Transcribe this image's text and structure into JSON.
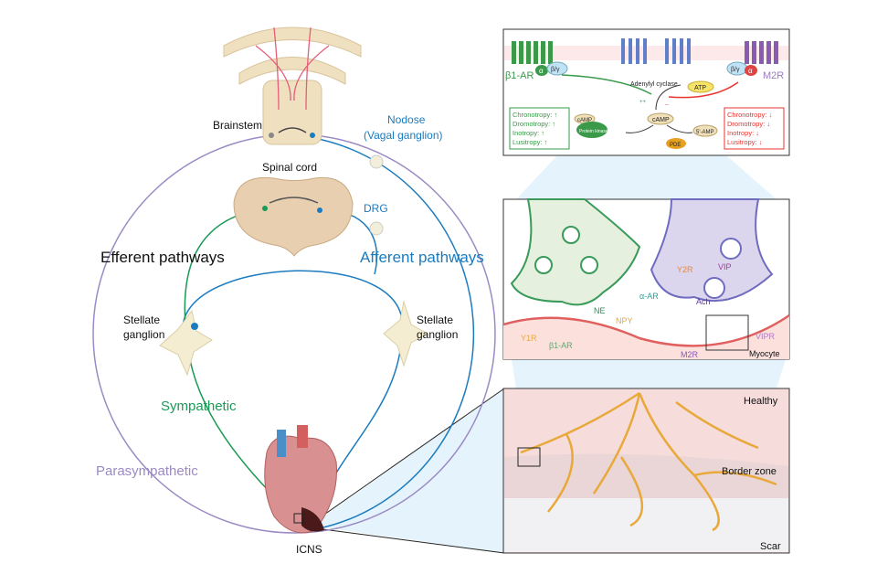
{
  "labels": {
    "brainstem": "Brainstem",
    "nodose": "Nodose",
    "vagal_ganglion": "(Vagal ganglion)",
    "spinal_cord": "Spinal cord",
    "drg": "DRG",
    "efferent": "Efferent pathways",
    "afferent": "Afferent pathways",
    "stellate_left_1": "Stellate",
    "stellate_left_2": "ganglion",
    "stellate_right_1": "Stellate",
    "stellate_right_2": "ganglion",
    "sympathetic": "Sympathetic",
    "parasympathetic": "Parasympathetic",
    "icns": "ICNS"
  },
  "signaling_panel": {
    "b1ar": "β1-AR",
    "m2r": "M2R",
    "alpha_s": "α",
    "alpha_i": "α",
    "beta_gamma": "β/γ",
    "adenylyl_cyclase": "Adenylyl cyclase",
    "atp": "ATP",
    "plus": "++",
    "minus": "--",
    "camp": "cAMP",
    "camp_pka": "cAMP",
    "pka": "Protein kinase A",
    "five_amp": "5'-AMP",
    "pde": "PDE",
    "effects_up": [
      "Chronotropy:  ↑",
      "Dromotropy:  ↑",
      "Inotropy:      ↑",
      "Lusitropy:    ↑"
    ],
    "effects_down": [
      "Chronotropy:  ↓",
      "Dromotropy:  ↓",
      "Inotropy:      ↓",
      "Lusitropy:    ↓"
    ]
  },
  "synapse_panel": {
    "vip": "VIP",
    "y2r": "Y2R",
    "alpha_ar": "α-AR",
    "ach": "Ach",
    "ne": "NE",
    "npy": "NPY",
    "y1r": "Y1R",
    "b1ar": "β1-AR",
    "m2r": "M2R",
    "vipr": "VIPR",
    "myocyte": "Myocyte"
  },
  "tissue_panel": {
    "healthy": "Healthy",
    "border_zone": "Border zone",
    "scar": "Scar"
  },
  "colors": {
    "sympathetic": "#1a9a55",
    "parasympathetic": "#9b8ac4",
    "afferent": "#1b7bbf",
    "inhibit": "#e8332f",
    "nerve": "#e8a93a"
  }
}
